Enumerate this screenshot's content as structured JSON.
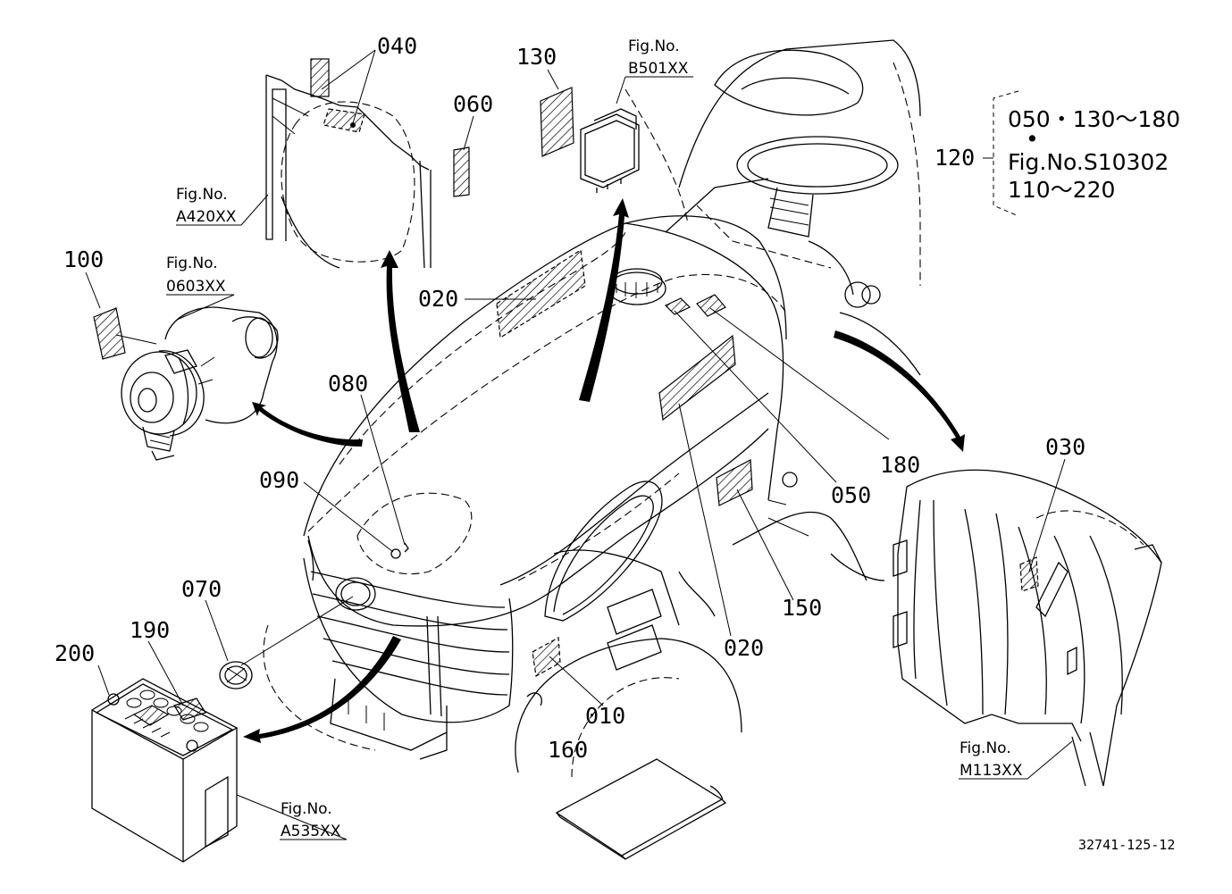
{
  "callouts": {
    "c010": "010",
    "c020a": "020",
    "c020b": "020",
    "c030": "030",
    "c040": "040",
    "c050": "050",
    "c060": "060",
    "c070": "070",
    "c080": "080",
    "c090": "090",
    "c100": "100",
    "c120": "120",
    "c130": "130",
    "c150": "150",
    "c160": "160",
    "c180": "180",
    "c190": "190",
    "c200": "200"
  },
  "figure_refs": {
    "a420": {
      "label": "Fig.No.",
      "code": "A420XX"
    },
    "b501": {
      "label": "Fig.No.",
      "code": "B501XX"
    },
    "f0603": {
      "label": "Fig.No.",
      "code": "0603XX"
    },
    "a535": {
      "label": "Fig.No.",
      "code": "A535XX"
    },
    "m113": {
      "label": "Fig.No.",
      "code": "M113XX"
    }
  },
  "group_120": {
    "line1": "050・130～180",
    "bullet": "•",
    "line2": "Fig.No.S10302",
    "line3": "110～220"
  },
  "drawing_number": "32741-125-12"
}
